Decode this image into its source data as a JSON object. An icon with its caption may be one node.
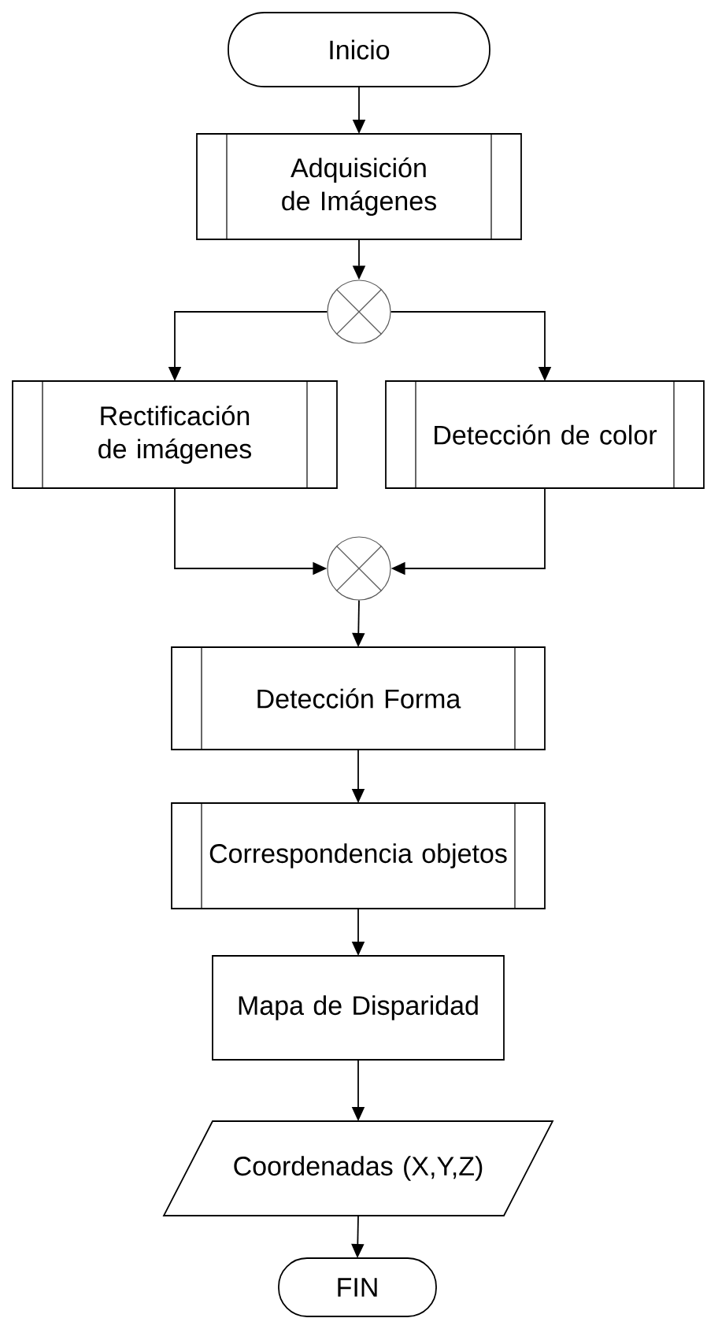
{
  "diagram": {
    "nodes": [
      {
        "text": [
          "Inicio"
        ]
      },
      {
        "text": [
          "Adquisición de Imágenes"
        ]
      },
      {
        "text": [],
        "shape": "circle"
      },
      {
        "text": [
          "Rectificación de imágenes"
        ]
      },
      {
        "text": [
          "Detección de color"
        ]
      },
      {
        "text": [],
        "shape": "circle"
      },
      {
        "text": [
          "Detección Forma"
        ]
      },
      {
        "text": [
          "Correspondencia objetos"
        ]
      },
      {
        "text": [
          "Mapa de Disparidad"
        ]
      },
      {
        "text": [
          "Coordenadas (X,Y,Z)"
        ]
      },
      {
        "text": [
          "FIN"
        ]
      }
    ],
    "edges": [
      {
        "from": 0,
        "to": 1,
        "arrow": "to"
      },
      {
        "from": 1,
        "to": 2,
        "arrow": "to"
      },
      {
        "from": 2,
        "to": 3,
        "arrow": "to"
      },
      {
        "from": 2,
        "to": 4,
        "arrow": "to"
      },
      {
        "from": 3,
        "to": 5,
        "arrow": "to"
      },
      {
        "from": 4,
        "to": 5,
        "arrow": "to"
      },
      {
        "from": 5,
        "to": 6,
        "arrow": "to"
      },
      {
        "from": 6,
        "to": 7,
        "arrow": "to"
      },
      {
        "from": 7,
        "to": 8,
        "arrow": "to"
      },
      {
        "from": 8,
        "to": 9,
        "arrow": "to"
      },
      {
        "from": 9,
        "to": 10,
        "arrow": "to"
      }
    ]
  }
}
